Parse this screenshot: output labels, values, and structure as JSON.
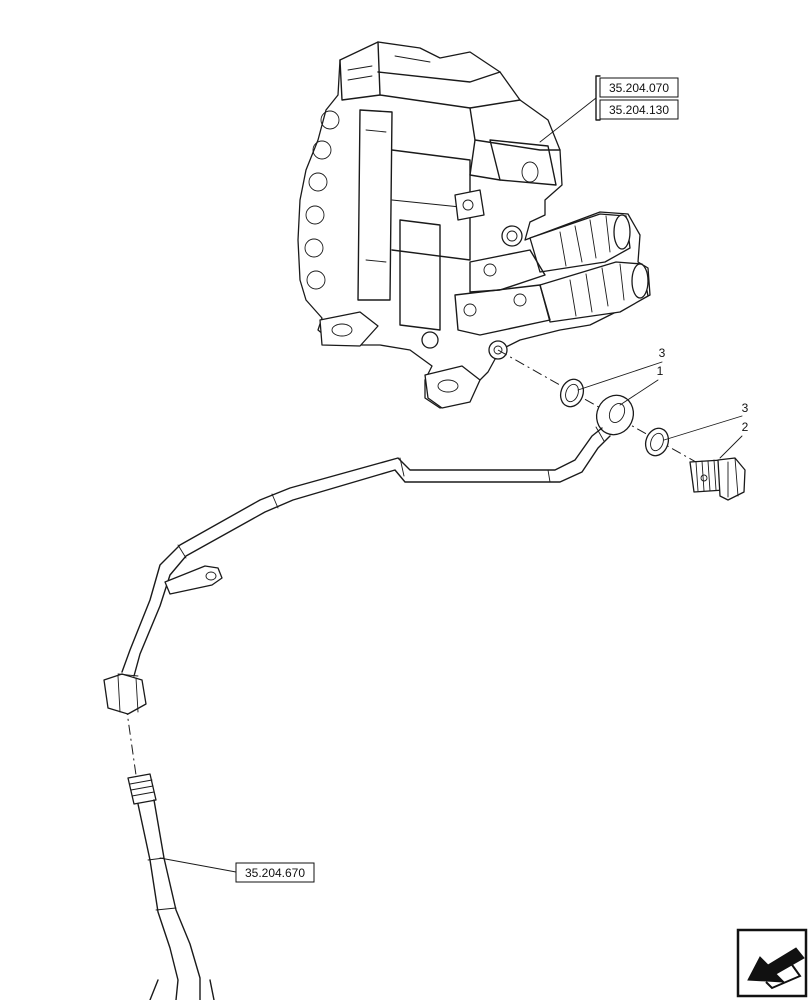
{
  "references": {
    "valve_ref_1": "35.204.070",
    "valve_ref_2": "35.204.130",
    "pipe_ref": "35.204.670"
  },
  "callouts": {
    "item_1": "1",
    "item_2": "2",
    "item_3_left": "3",
    "item_3_right": "3"
  },
  "icons": {
    "nav": "arrow-back-icon"
  }
}
